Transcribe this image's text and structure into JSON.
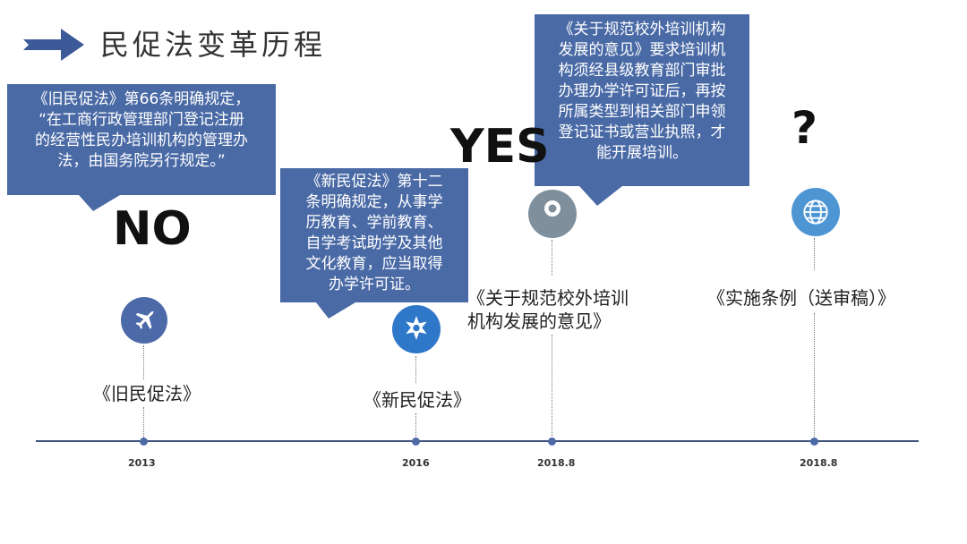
{
  "header": {
    "title": "民促法变革历程",
    "arrow_icon": "right-arrow-icon",
    "arrow_color": "#3c5a98"
  },
  "callouts": [
    {
      "lines": [
        "《旧民促法》第66条明确规定，",
        "“在工商行政管理部门登记注册",
        "的经营性民办培训机构的管理办",
        "法，由国务院另行规定。”"
      ]
    },
    {
      "lines": [
        "《新民促法》第十二",
        "条明确规定，从事学",
        "历教育、学前教育、",
        "自学考试助学及其他",
        "文化教育，应当取得",
        "办学许可证。"
      ]
    },
    {
      "lines": [
        "《关于规范校外培训机构",
        "发展的意见》要求培训机",
        "构须经县级教育部门审批",
        "办理办学许可证后，再按",
        "所属类型到相关部门申领",
        "登记证书或营业执照，才",
        "能开展培训。"
      ]
    }
  ],
  "marks": {
    "no": "NO",
    "yes": "YES",
    "question": "?"
  },
  "milestones": [
    {
      "label": "《旧民促法》",
      "year": "2013",
      "icon": "airplane-icon",
      "color": "#4b6aa7"
    },
    {
      "label": "《新民促法》",
      "year": "2016",
      "icon": "star-badge-icon",
      "color": "#2f77c9"
    },
    {
      "label_lines": [
        "《关于规范校外培训",
        "机构发展的意见》"
      ],
      "year": "2018.8",
      "icon": "ring-icon",
      "color": "#7f8f9c"
    },
    {
      "label": "《实施条例（送审稿）》",
      "year": "2018.8",
      "icon": "globe-icon",
      "color": "#4e95d4"
    }
  ],
  "colors": {
    "callout_bg": "#4a6aa6",
    "timeline": "#3f557f"
  }
}
